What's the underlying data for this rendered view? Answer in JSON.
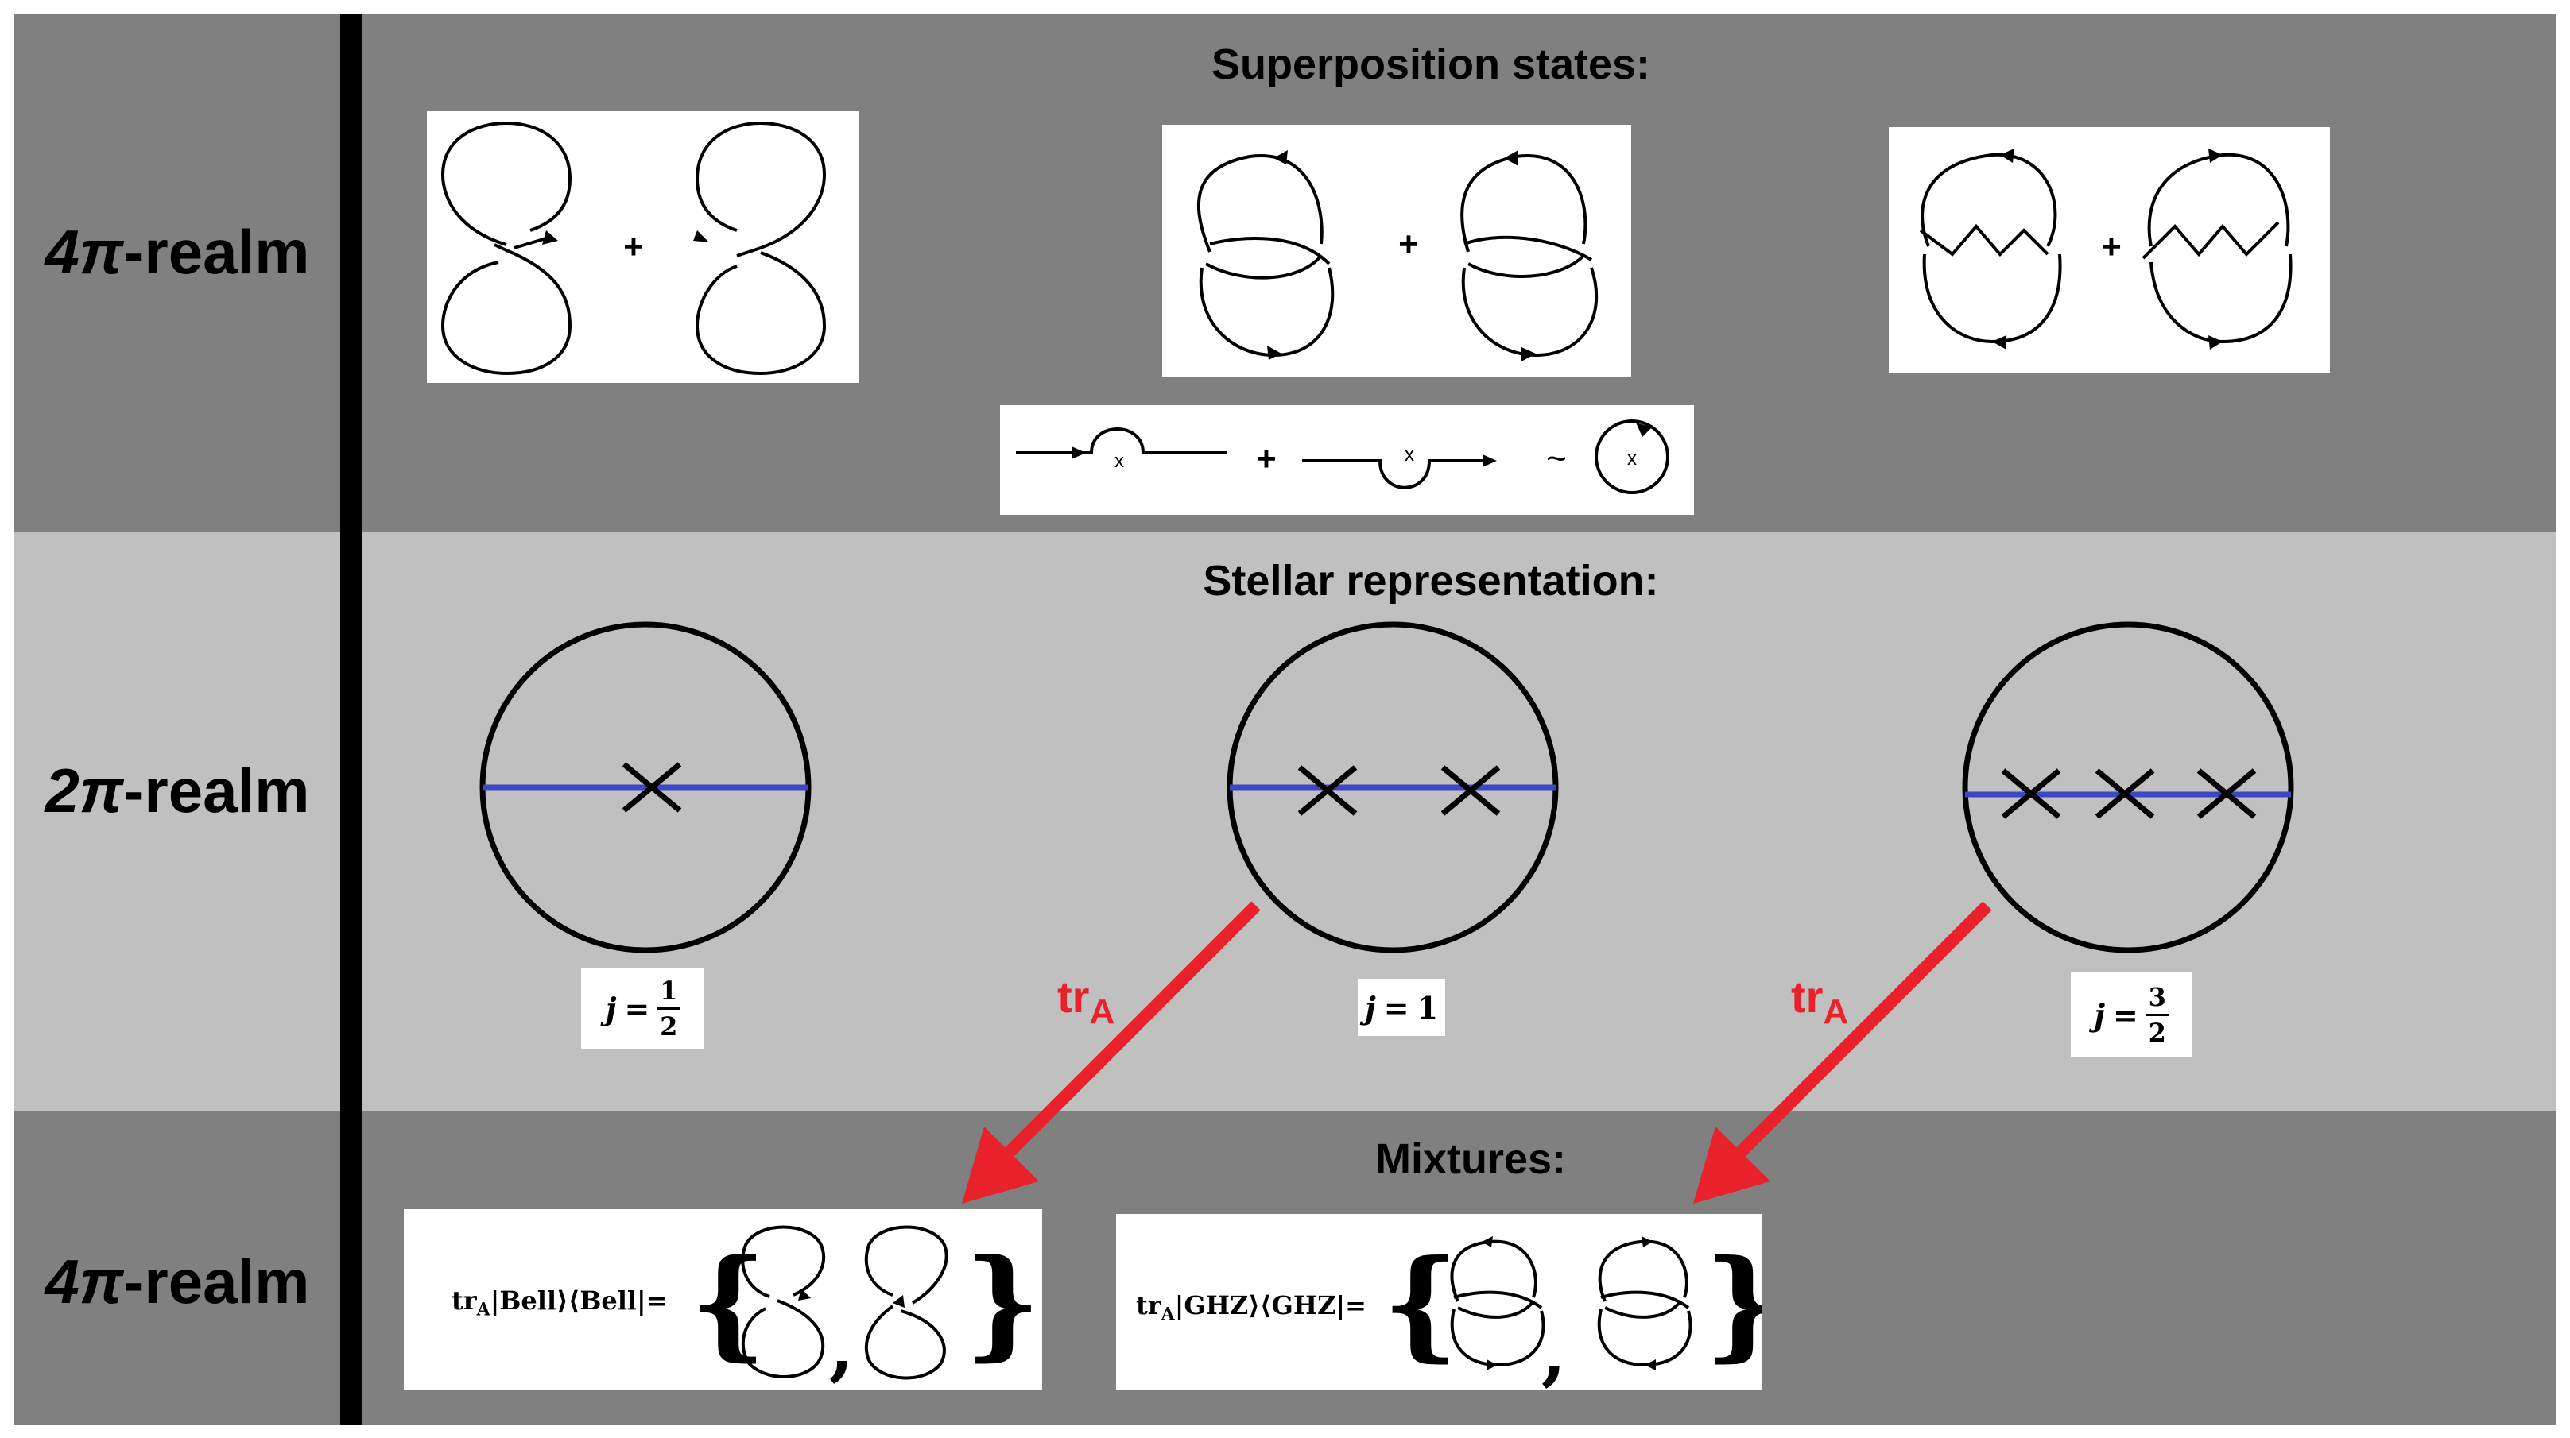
{
  "rows": {
    "top": {
      "label": "4π-realm",
      "symbol": "4π",
      "suffix": "-realm",
      "title": "Superposition states:"
    },
    "middle": {
      "label": "2π-realm",
      "symbol": "2π",
      "suffix": "-realm",
      "title": "Stellar representation:"
    },
    "bottom": {
      "label": "4π-realm",
      "symbol": "4π",
      "suffix": "-realm",
      "title": "Mixtures:"
    }
  },
  "operators": {
    "plus": "+",
    "approx": "~",
    "x_mark": "x"
  },
  "spin_labels": [
    {
      "j": "j",
      "eq": "=",
      "num": "1",
      "den": "2"
    },
    {
      "j": "j",
      "eq": "=",
      "value": "1"
    },
    {
      "j": "j",
      "eq": "=",
      "num": "3",
      "den": "2"
    }
  ],
  "trace_arrows": [
    {
      "label": "tr",
      "sub": "A"
    },
    {
      "label": "tr",
      "sub": "A"
    }
  ],
  "mixtures": [
    {
      "prefix": "tr",
      "sub": "A",
      "expr": "|Bell⟩⟨Bell|="
    },
    {
      "prefix": "tr",
      "sub": "A",
      "expr": "|GHZ⟩⟨GHZ|="
    }
  ],
  "colors": {
    "dark_band": "#808080",
    "light_band": "#c0c0c0",
    "axis_line": "#3b47c4",
    "arrow": "#e8212a"
  },
  "stars_per_sphere": [
    1,
    2,
    3
  ]
}
